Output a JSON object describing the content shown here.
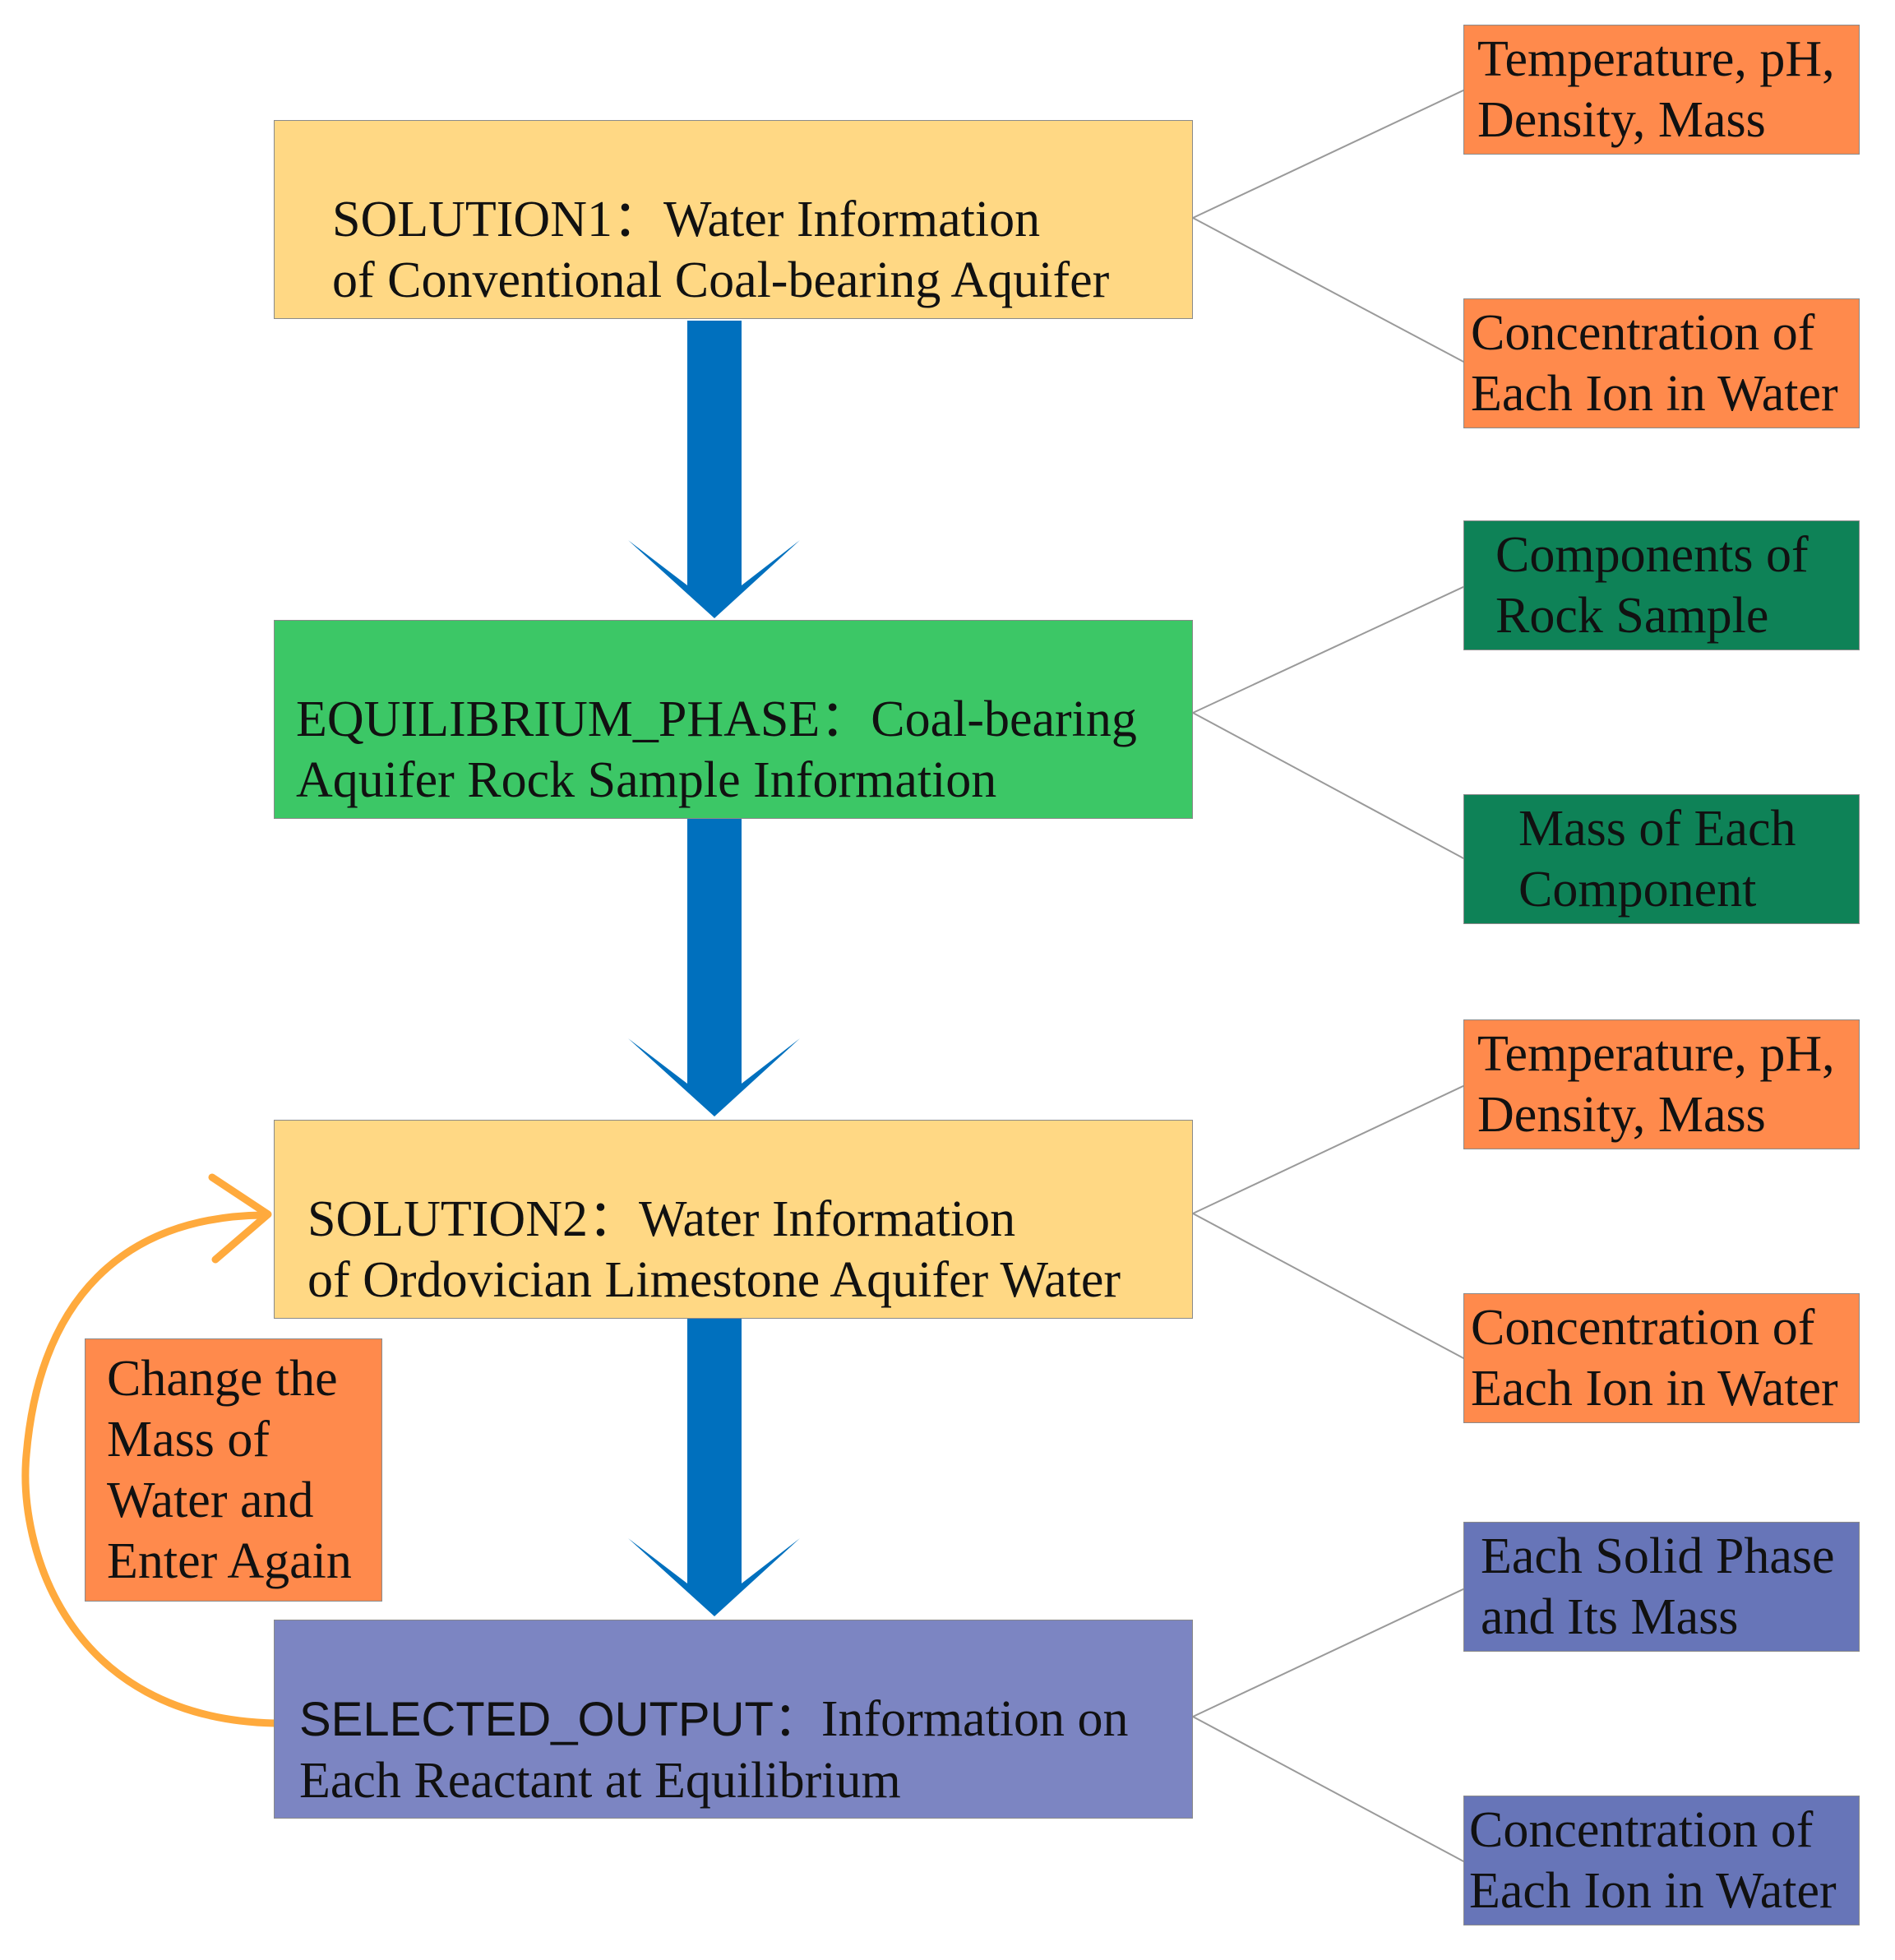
{
  "colors": {
    "solution_box": "#FFD884",
    "equilibrium_box": "#3CC766",
    "output_box": "#7C85C2",
    "orange_box": "#FF8A4C",
    "dark_green_box": "#0E8257",
    "purple_box": "#6775B8",
    "flow_arrow": "#0070BE",
    "loop_arrow": "#FFAA3D",
    "connector_line": "#9A9A9A"
  },
  "main_steps": [
    {
      "keyword": "SOLUTION1：",
      "text": "Water Information\nof Conventional Coal-bearing Aquifer",
      "details": [
        "Temperature, pH,\nDensity, Mass",
        "Concentration of\nEach Ion in Water"
      ]
    },
    {
      "keyword": "EQUILIBRIUM_PHASE：",
      "text": "Coal-bearing\nAquifer Rock Sample Information",
      "details": [
        "Components of\nRock Sample",
        "Mass of Each\nComponent"
      ]
    },
    {
      "keyword": "SOLUTION2：",
      "text": "Water Information\nof Ordovician Limestone Aquifer Water",
      "details": [
        "Temperature, pH,\nDensity, Mass",
        "Concentration of\nEach Ion in Water"
      ]
    },
    {
      "keyword": "SELECTED_OUTPUT：",
      "text": "Information on\nEach Reactant at Equilibrium",
      "details": [
        "Each Solid Phase\nand Its Mass",
        "Concentration of\nEach Ion in Water"
      ]
    }
  ],
  "loop_note": "Change the\nMass of\nWater and\nEnter Again",
  "icons": {
    "flow_arrow": "down-arrow-icon",
    "loop_arrow": "curved-arrow-icon"
  }
}
